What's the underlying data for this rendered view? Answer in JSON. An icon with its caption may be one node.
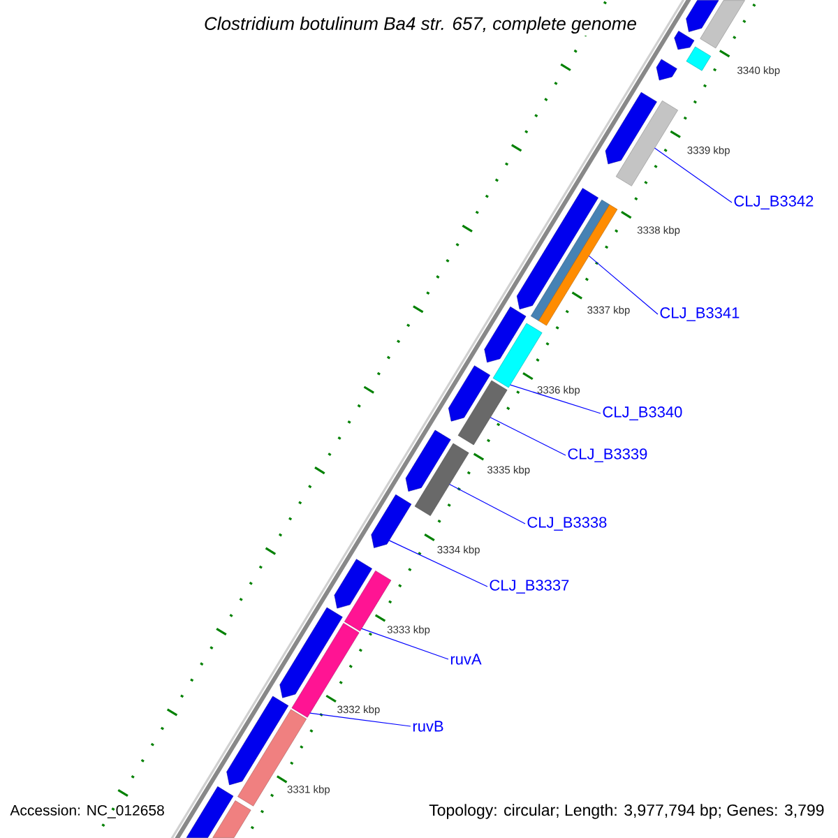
{
  "diagram": {
    "title": "Clostridium botulinum Ba4 str. 657, complete genome",
    "nodes": [
      {
        "text": [],
        "shape": "pentagon"
      },
      {
        "text": [],
        "shape": "bar"
      },
      {
        "text": [],
        "shape": "pentagon"
      },
      {
        "text": [],
        "shape": "bar"
      },
      {
        "text": [],
        "shape": "pentagon"
      },
      {
        "text": [],
        "shape": "pentagon"
      },
      {
        "text": [],
        "shape": "bar"
      },
      {
        "text": [
          "CLJ_B3342"
        ]
      },
      {
        "text": [],
        "shape": "pentagon"
      },
      {
        "text": [],
        "shape": "bar"
      },
      {
        "text": [],
        "shape": "bar"
      },
      {
        "text": [
          "CLJ_B3341"
        ]
      },
      {
        "text": [],
        "shape": "pentagon"
      },
      {
        "text": [],
        "shape": "bar"
      },
      {
        "text": [
          "CLJ_B3340"
        ]
      },
      {
        "text": [],
        "shape": "pentagon"
      },
      {
        "text": [],
        "shape": "bar"
      },
      {
        "text": [
          "CLJ_B3339"
        ]
      },
      {
        "text": [],
        "shape": "pentagon"
      },
      {
        "text": [],
        "shape": "bar"
      },
      {
        "text": [
          "CLJ_B3338"
        ]
      },
      {
        "text": [],
        "shape": "pentagon"
      },
      {
        "text": [
          "CLJ_B3337"
        ]
      },
      {
        "text": [],
        "shape": "pentagon"
      },
      {
        "text": [],
        "shape": "bar"
      },
      {
        "text": [
          "ruvA"
        ]
      },
      {
        "text": [],
        "shape": "pentagon"
      },
      {
        "text": [],
        "shape": "bar"
      },
      {
        "text": [
          "ruvB"
        ]
      },
      {
        "text": [],
        "shape": "pentagon"
      },
      {
        "text": [],
        "shape": "bar"
      },
      {
        "text": [],
        "shape": "pentagon"
      },
      {
        "text": [],
        "shape": "bar"
      }
    ],
    "edges": [
      {
        "from": 7,
        "to": 6,
        "arrow": "none"
      },
      {
        "from": 11,
        "to": 10,
        "arrow": "none"
      },
      {
        "from": 14,
        "to": 13,
        "arrow": "none"
      },
      {
        "from": 17,
        "to": 16,
        "arrow": "none"
      },
      {
        "from": 20,
        "to": 19,
        "arrow": "none"
      },
      {
        "from": 22,
        "to": 21,
        "arrow": "none"
      },
      {
        "from": 25,
        "to": 24,
        "arrow": "none"
      },
      {
        "from": 28,
        "to": 27,
        "arrow": "none"
      }
    ],
    "labels": [
      "3340 kbp",
      "3339 kbp",
      "3338 kbp",
      "3337 kbp",
      "3336 kbp",
      "3335 kbp",
      "3334 kbp",
      "3333 kbp",
      "3332 kbp",
      "3331 kbp",
      "Accession: NC_012658",
      "Topology: circular; Length: 3,977,794 bp; Genes: 3,799"
    ]
  }
}
